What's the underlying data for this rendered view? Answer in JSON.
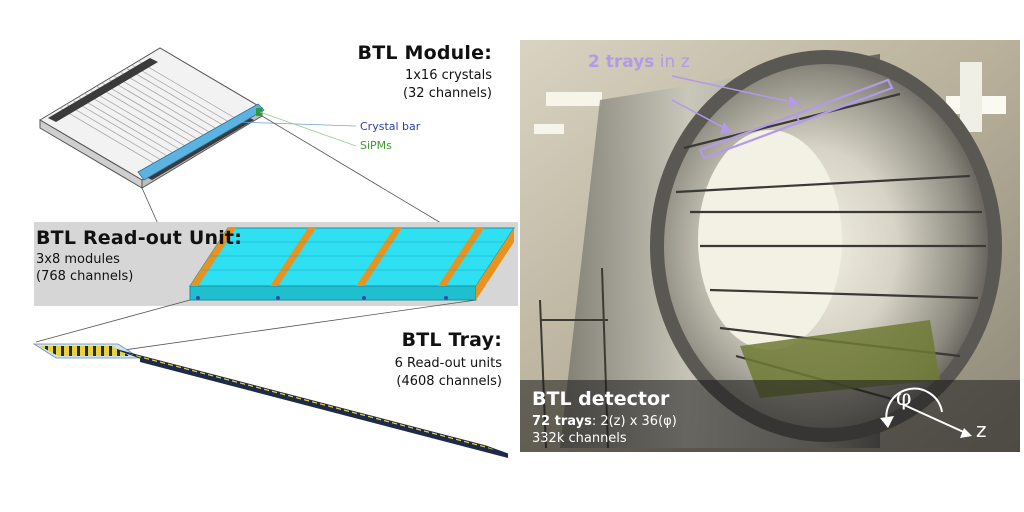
{
  "module": {
    "title": "BTL Module:",
    "line1": "1x16 crystals",
    "line2": "(32 channels)",
    "crystal_bar_label": "Crystal bar",
    "sipms_label": "SiPMs"
  },
  "readout_unit": {
    "title": "BTL Read-out Unit:",
    "line1": "3x8 modules",
    "line2": "(768 channels)"
  },
  "tray": {
    "title": "BTL Tray:",
    "line1": "6 Read-out units",
    "line2": "(4608 channels)"
  },
  "detector": {
    "title": "BTL detector",
    "trays_bold": "72 trays",
    "trays_rest": ": 2(z) x 36(φ)",
    "channels": "332k channels",
    "trays_in_z_bold": "2 trays",
    "trays_in_z_rest": " in z",
    "phi_symbol": "φ",
    "z_symbol": "z"
  },
  "colors": {
    "cyan": "#22e3f5",
    "orange": "#e8931f",
    "yellow": "#e9d23a",
    "navy": "#1e2a4a",
    "purple_annotation": "#b39ae8",
    "crystal_blue": "#2b3fa8",
    "sipm_green": "#3c9a2c"
  }
}
